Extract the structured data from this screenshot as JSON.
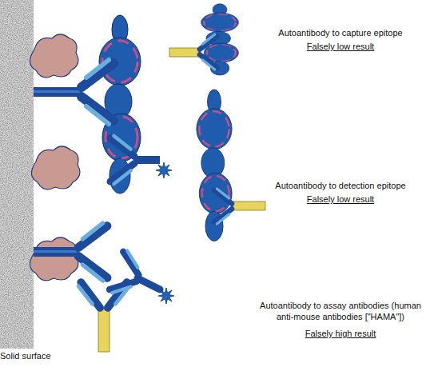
{
  "diagram": {
    "labels": [
      "Autoantibody to capture epitope",
      "Falsely low result",
      "Autoantibody to detection epitope",
      "Falsely low result",
      "Autoantibody to assay antibodies (human anti-mouse antibodies [\"HAMA\"])",
      "Falsely high result",
      "Solid surface"
    ]
  }
}
